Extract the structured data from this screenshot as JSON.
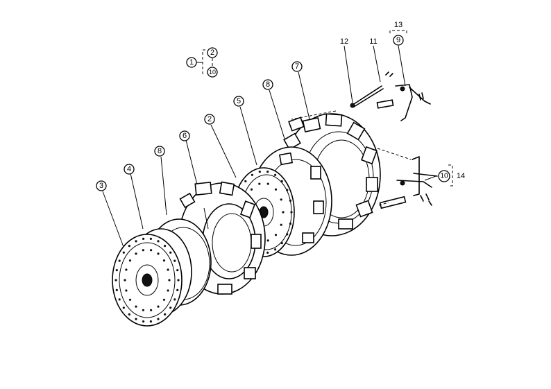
{
  "callouts": {
    "c1": "1",
    "c2_top": "2",
    "c10_top": "10",
    "c2": "2",
    "c3": "3",
    "c4": "4",
    "c5": "5",
    "c6": "6",
    "c7": "7",
    "c8_left": "8",
    "c8_right": "8",
    "c9": "9",
    "c10": "10",
    "c11": "11",
    "c12": "12",
    "c13": "13",
    "c14": "14"
  }
}
